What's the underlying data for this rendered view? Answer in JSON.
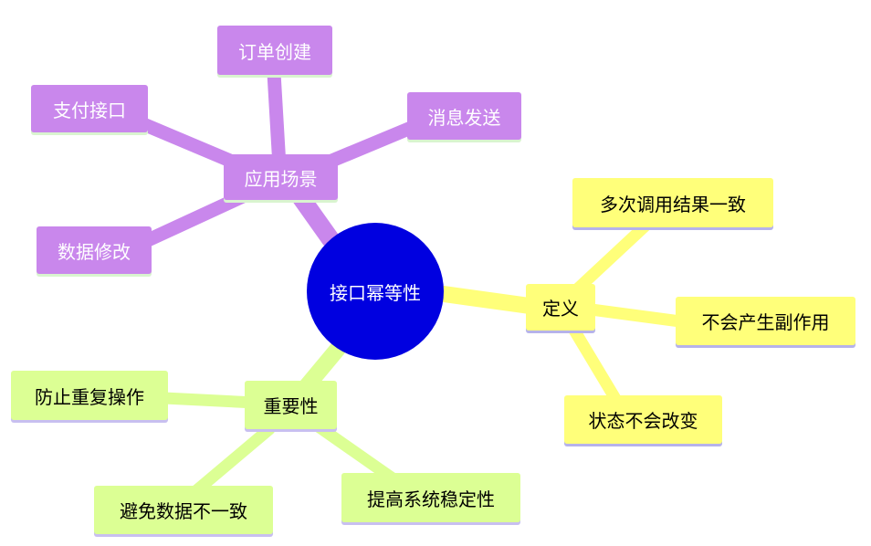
{
  "colors": {
    "root": "#0000e0",
    "scene_branch": "#c987ec",
    "definition_branch": "#ffff7a",
    "importance_branch": "#dcff94"
  },
  "root": {
    "label": "接口幂等性"
  },
  "branches": {
    "scenes": {
      "label": "应用场景",
      "children": [
        "订单创建",
        "支付接口",
        "消息发送",
        "数据修改"
      ]
    },
    "definition": {
      "label": "定义",
      "children": [
        "多次调用结果一致",
        "不会产生副作用",
        "状态不会改变"
      ]
    },
    "importance": {
      "label": "重要性",
      "children": [
        "防止重复操作",
        "避免数据不一致",
        "提高系统稳定性"
      ]
    }
  }
}
